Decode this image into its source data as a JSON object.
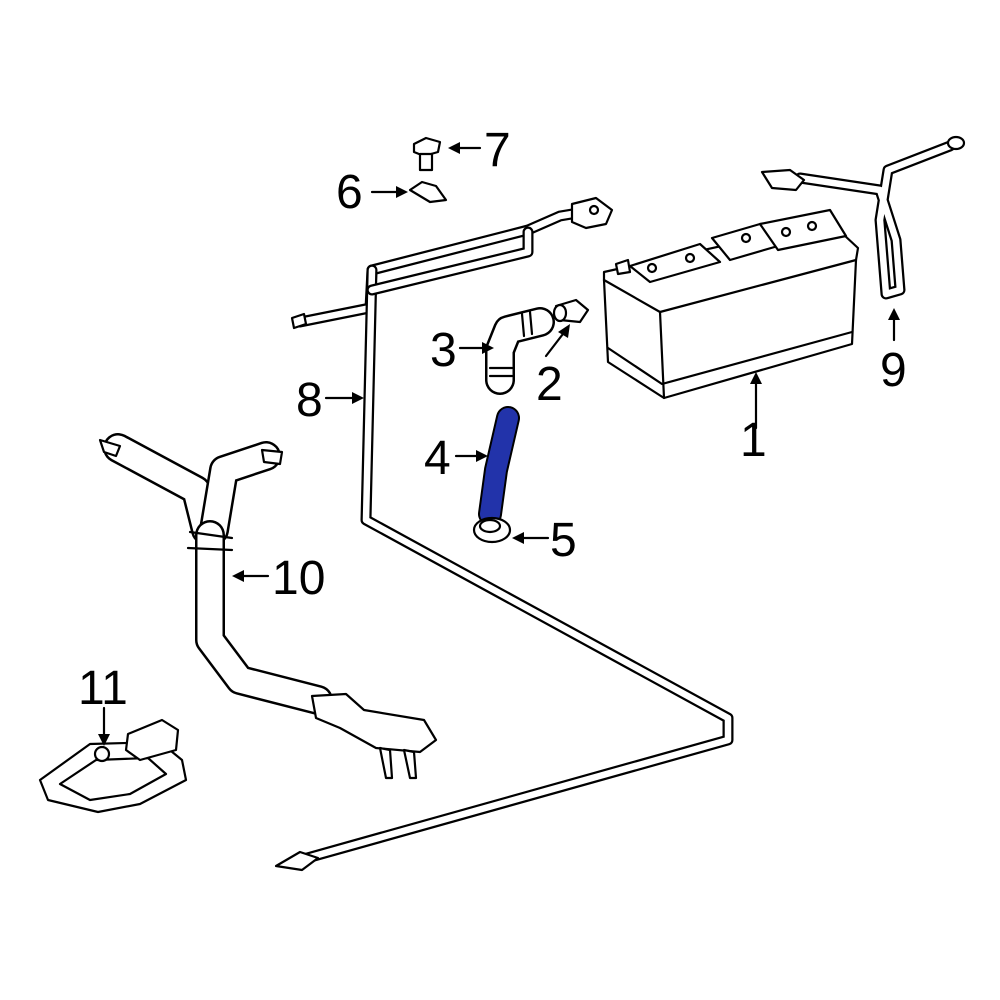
{
  "diagram": {
    "highlight_color": "#2233aa",
    "callouts": [
      {
        "id": "1",
        "label": "1",
        "part": "battery"
      },
      {
        "id": "2",
        "label": "2",
        "part": "vent-plug"
      },
      {
        "id": "3",
        "label": "3",
        "part": "vent-elbow"
      },
      {
        "id": "4",
        "label": "4",
        "part": "vent-hose"
      },
      {
        "id": "5",
        "label": "5",
        "part": "grommet"
      },
      {
        "id": "6",
        "label": "6",
        "part": "hold-down-clamp"
      },
      {
        "id": "7",
        "label": "7",
        "part": "clamp-bolt"
      },
      {
        "id": "8",
        "label": "8",
        "part": "positive-cable"
      },
      {
        "id": "9",
        "label": "9",
        "part": "ground-cable"
      },
      {
        "id": "10",
        "label": "10",
        "part": "main-cable-harness"
      },
      {
        "id": "11",
        "label": "11",
        "part": "junction-block"
      }
    ]
  }
}
